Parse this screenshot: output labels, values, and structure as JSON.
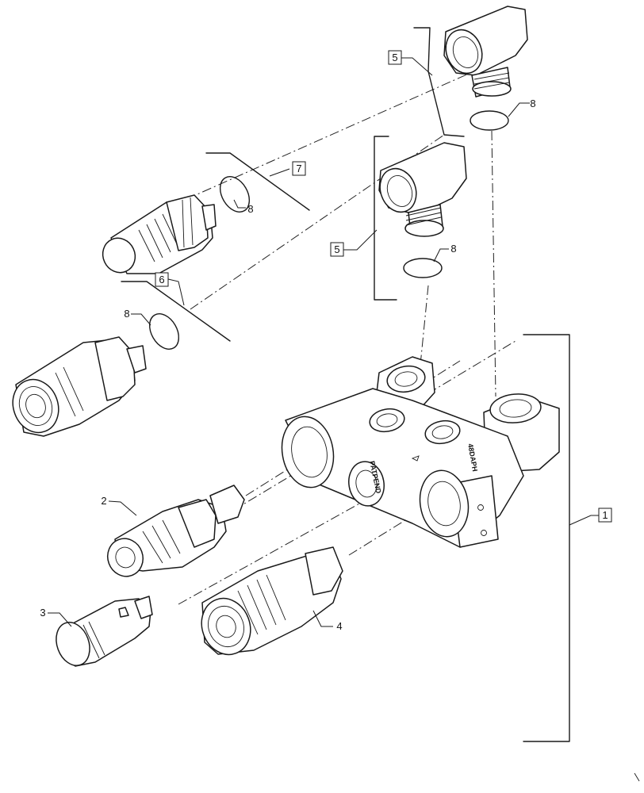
{
  "callouts": {
    "c1": "1",
    "c2": "2",
    "c3": "3",
    "c4": "4",
    "c5a": "5",
    "c5b": "5",
    "c6": "6",
    "c7": "7",
    "c8a": "8",
    "c8b": "8",
    "c8c": "8",
    "c8d": "8"
  },
  "markings": {
    "valve_left": "PATPEND",
    "valve_right": "48DAPH"
  }
}
